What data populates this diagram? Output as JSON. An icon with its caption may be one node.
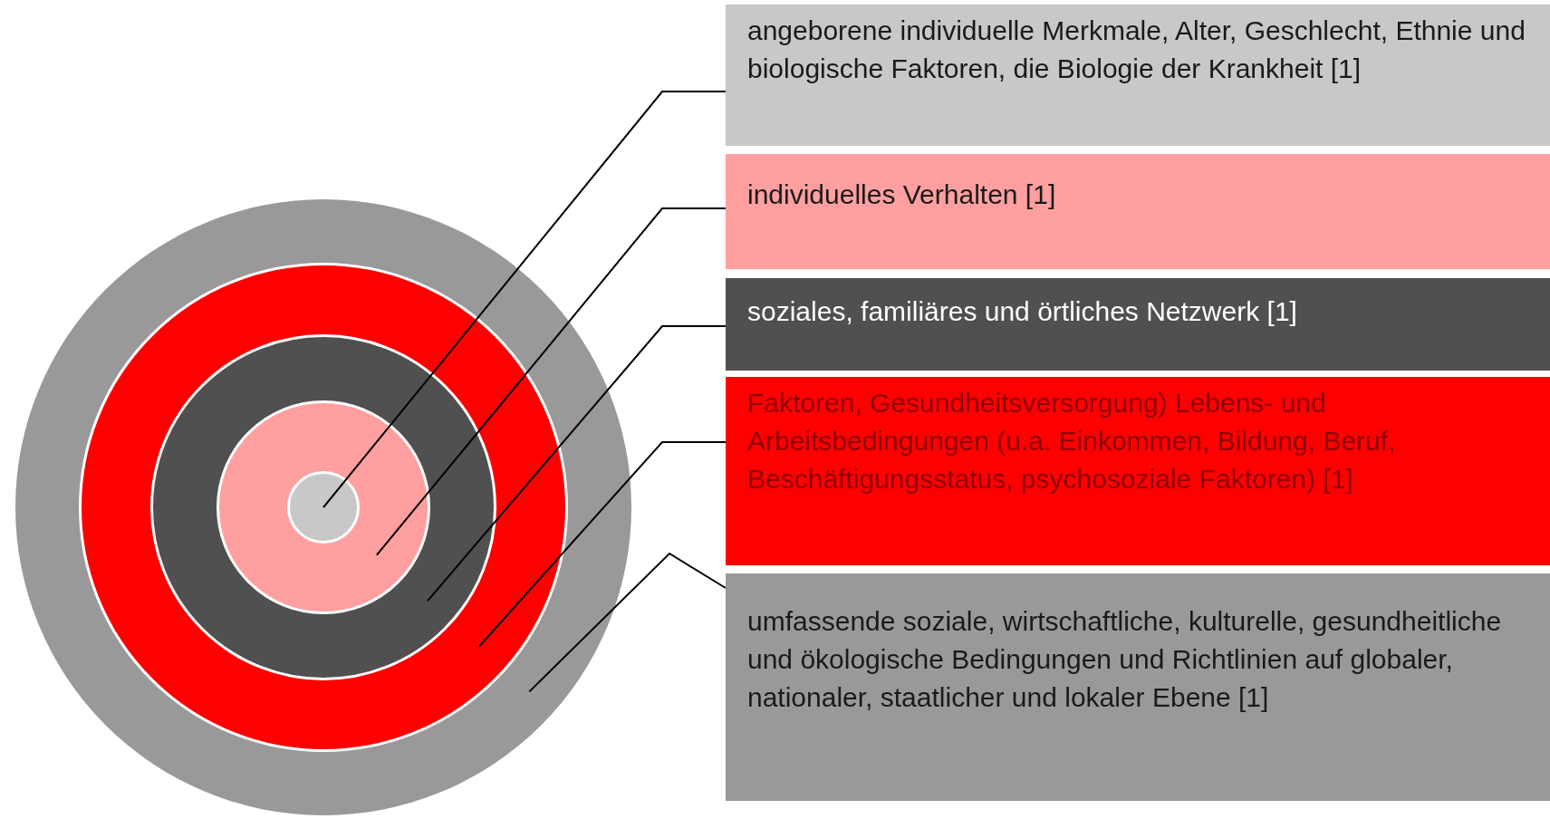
{
  "diagram": {
    "nodes": [
      {
        "text": [
          "angeborene individuelle Merkmale, Alter, Geschlecht, Ethnie und biologische Faktoren, die Biologie der Krankheit [1]"
        ]
      },
      {
        "text": [
          "individuelles Verhalten [1]"
        ]
      },
      {
        "text": [
          "soziales, familiäres und örtliches Netzwerk [1]"
        ]
      },
      {
        "text": [
          "Faktoren, Gesundheitsversorgung) Lebens- und Arbeitsbedingungen (u.a. Einkommen, Bildung, Beruf, Beschäftigungsstatus, psychosoziale Faktoren) [1]"
        ]
      },
      {
        "text": [
          "umfassende soziale, wirtschaftliche, kulturelle, gesundheitliche und ökologische Bedingungen und Richtlinien auf globaler, nationaler, staatlicher und lokaler Ebene [1]"
        ]
      },
      {
        "text": [],
        "shape": "circle"
      },
      {
        "text": [],
        "shape": "circle",
        "in": 5
      },
      {
        "text": [],
        "shape": "circle",
        "in": 6
      },
      {
        "text": [],
        "shape": "circle",
        "in": 7
      },
      {
        "text": [],
        "shape": "circle",
        "in": 8
      }
    ],
    "edges": [
      {
        "from": 0,
        "to": 9,
        "arrow": "none"
      },
      {
        "from": 1,
        "to": 8,
        "arrow": "none"
      },
      {
        "from": 2,
        "to": 7,
        "arrow": "none"
      },
      {
        "from": 3,
        "to": 6,
        "arrow": "none"
      },
      {
        "from": 4,
        "to": 5,
        "arrow": "none"
      }
    ]
  }
}
